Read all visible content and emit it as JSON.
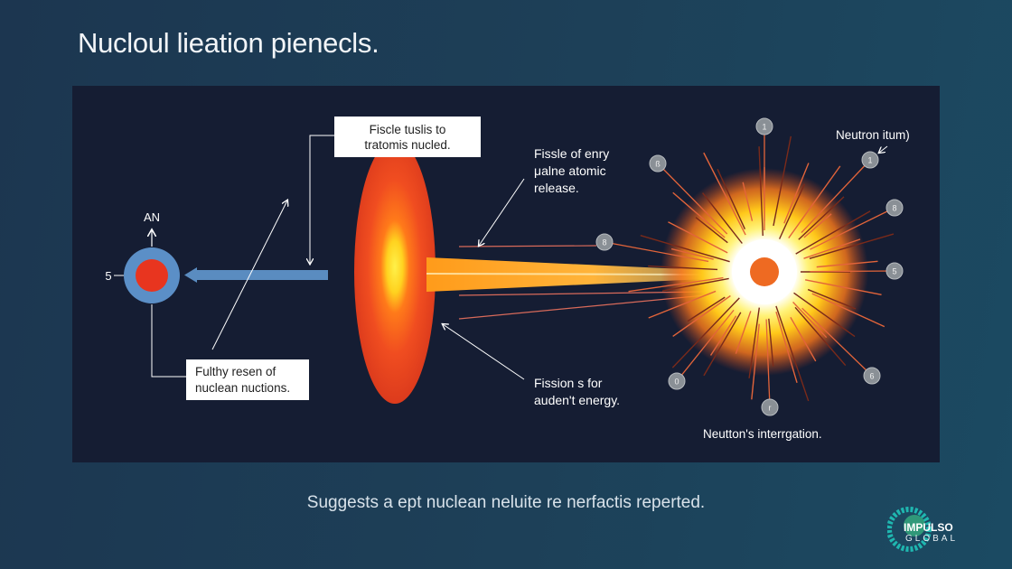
{
  "title": "Nucloul lieation pienecls.",
  "caption": "Suggests a ept nuclean neluite re nerfactis reperted.",
  "labels": {
    "an": "AN",
    "five": "5",
    "box_top_line1": "Fiscle tuslis to",
    "box_top_line2": "tratomis nucled.",
    "box_bottom_line1": "Fulthy resen of",
    "box_bottom_line2": "nuclean nuctions.",
    "fissle_line1": "Fissle of enry",
    "fissle_line2": "μalne atomic",
    "fissle_line3": "release.",
    "fission_line1": "Fission s for",
    "fission_line2": "auden't energy.",
    "neutron_item": "Neutron itum)",
    "neutron_integration": "Neutton's interrgation."
  },
  "neutron_markers": [
    "1",
    "ß",
    "1",
    "8",
    "5",
    "8",
    "0",
    "r",
    "6"
  ],
  "logo": {
    "line1": "IMPULSO",
    "line2": "GLOBAL"
  },
  "colors": {
    "background": "#1d4058",
    "panel": "#151d33",
    "nucleus_red": "#e8351f",
    "shell_blue": "#5b8fc7",
    "arrow_blue": "#5a8cc0",
    "burst_yellow": "#ffd21f",
    "ray_color": "#e2643a",
    "marker_gray": "#8a9096"
  }
}
